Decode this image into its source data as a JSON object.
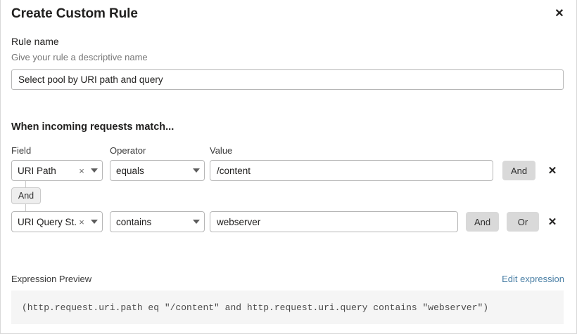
{
  "dialog": {
    "title": "Create Custom Rule",
    "close_icon": "close-icon"
  },
  "rule_name": {
    "label": "Rule name",
    "help_text": "Give your rule a descriptive name",
    "value": "Select pool by URI path and query",
    "placeholder": "Enter rule name"
  },
  "conditions_section": {
    "heading": "When incoming requests match...",
    "columns": {
      "field": "Field",
      "operator": "Operator",
      "value": "Value"
    },
    "connector": {
      "label": "And"
    },
    "rows": [
      {
        "field": "URI Path",
        "field_clear_icon": "clear-icon",
        "field_caret_icon": "chevron-down-icon",
        "operator": "equals",
        "operator_caret_icon": "chevron-down-icon",
        "value": "/content",
        "value_placeholder": "Enter value",
        "and_label": "And",
        "delete_icon": "close-icon"
      },
      {
        "field": "URI Query St...",
        "field_clear_icon": "clear-icon",
        "field_caret_icon": "chevron-down-icon",
        "operator": "contains",
        "operator_caret_icon": "chevron-down-icon",
        "value": "webserver",
        "value_placeholder": "Enter value",
        "and_label": "And",
        "or_label": "Or",
        "delete_icon": "close-icon"
      }
    ]
  },
  "expression_preview": {
    "label": "Expression Preview",
    "edit_link": "Edit expression",
    "expression": "(http.request.uri.path eq \"/content\" and http.request.uri.query contains \"webserver\")"
  },
  "colors": {
    "link": "#4a7fa5",
    "button_bg": "#d9d9d9",
    "preview_bg": "#f5f5f5",
    "border": "#b6b6b6"
  }
}
